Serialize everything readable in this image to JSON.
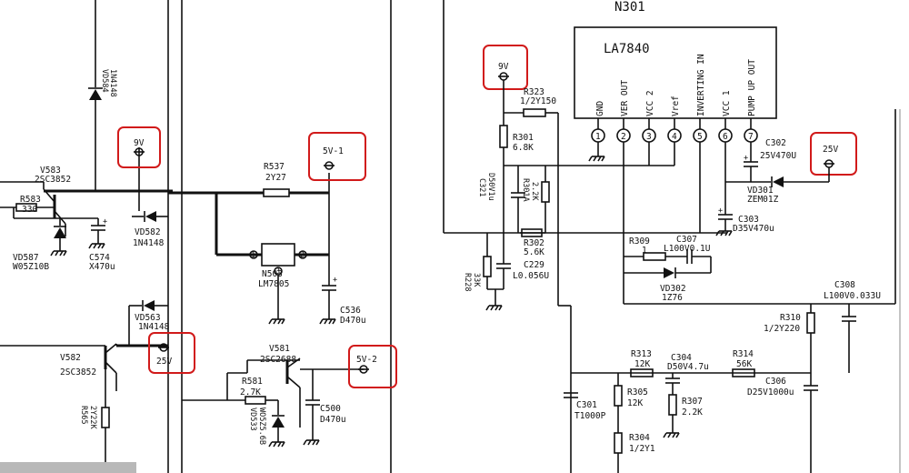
{
  "schematic": {
    "highlight_color": "#d11a1a",
    "left": {
      "labels": {
        "v9": "9V",
        "v5_1": "5V-1",
        "v25": "25V",
        "v5_2": "5V-2",
        "vd584_ref": "VD584",
        "vd584_val": "1N4148",
        "v583_ref": "V583",
        "v583_val": "2SC3852",
        "r583_ref": "R583",
        "r583_val": "330",
        "vd587_ref": "VD587",
        "vd587_val": "W05Z10B",
        "c574_ref": "C574",
        "c574_val": "X470u",
        "vd582_ref": "VD582",
        "vd582_val": "1N4148",
        "vd563_ref": "VD563",
        "vd563_val": "1N4148",
        "v582_ref": "V582",
        "v582_val": "2SC3852",
        "r537_ref": "R537",
        "r537_val": "2Y27",
        "n503_ref": "N503",
        "n503_val": "LM7805",
        "pin1": "1",
        "pin2": "2",
        "pin3": "3",
        "c536_ref": "C536",
        "c536_val": "D470u",
        "v581_ref": "V581",
        "v581_val": "2SC2688",
        "r581_ref": "R581",
        "r581_val": "2.7K",
        "vd533_ref": "VD533",
        "vd533_val": "WO5Z5.6B",
        "c500_ref": "C500",
        "c500_val": "D470u",
        "r565_ref": "R565",
        "r565_val": "2Y22K"
      }
    },
    "right": {
      "labels": {
        "n301": "N301",
        "la7840": "LA7840",
        "pin_names": [
          "GND",
          "VER OUT",
          "VCC 2",
          "Vref",
          "INVERTING IN",
          "VCC 1",
          "PUMP UP OUT"
        ],
        "pin_numbers": [
          "1",
          "2",
          "3",
          "4",
          "5",
          "6",
          "7"
        ],
        "v9": "9V",
        "v25": "25V",
        "r323_ref": "R323",
        "r323_val": "1/2Y150",
        "r301_ref": "R301",
        "r301_val": "6.8K",
        "c321_ref": "C321",
        "c321_val": "D50V1u",
        "r301a_ref": "R301A",
        "r301a_val": "2.2K",
        "r302_ref": "R302",
        "r302_val": "5.6K",
        "c229_ref": "C229",
        "c229_val": "L0.056U",
        "r228_ref": "R228",
        "r228_val": "33K",
        "c302_ref": "C302",
        "c302_val": "25V470U",
        "vd301_ref": "VD301",
        "vd301_val": "ZEM01Z",
        "c303_ref": "C303",
        "c303_val": "D35V470u",
        "r309_ref": "R309",
        "r309_val": "1",
        "c307_ref": "C307",
        "c307_val": "L100V0.1U",
        "vd302_ref": "VD302",
        "vd302_val": "1Z76",
        "c308_ref": "C308",
        "c308_val": "L100V0.033U",
        "r310_ref": "R310",
        "r310_val": "1/2Y220",
        "r313_ref": "R313",
        "r313_val": "12K",
        "c304_ref": "C304",
        "c304_val": "D50V4.7u",
        "r314_ref": "R314",
        "r314_val": "56K",
        "c306_ref": "C306",
        "c306_val": "D25V1000u",
        "r305_ref": "R305",
        "r305_val": "12K",
        "r307_ref": "R307",
        "r307_val": "2.2K",
        "c301_ref": "C301",
        "c301_val": "T1000P",
        "r304_ref": "R304",
        "r304_val": "1/2Y1"
      }
    }
  }
}
